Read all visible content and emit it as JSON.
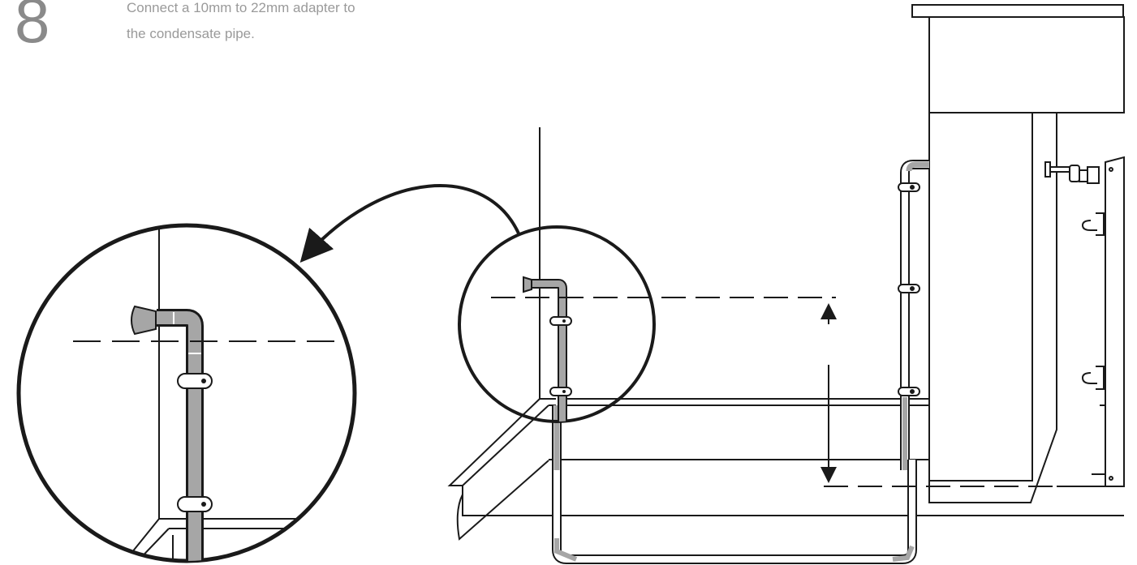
{
  "step": {
    "number": "8",
    "instruction_lines": [
      "Connect a 10mm to 22mm adapter to",
      "the condensate pipe."
    ]
  },
  "colors": {
    "line": "#1a1a1a",
    "pipe_fill": "#a6a6a6",
    "text": "#9a9a9a"
  }
}
